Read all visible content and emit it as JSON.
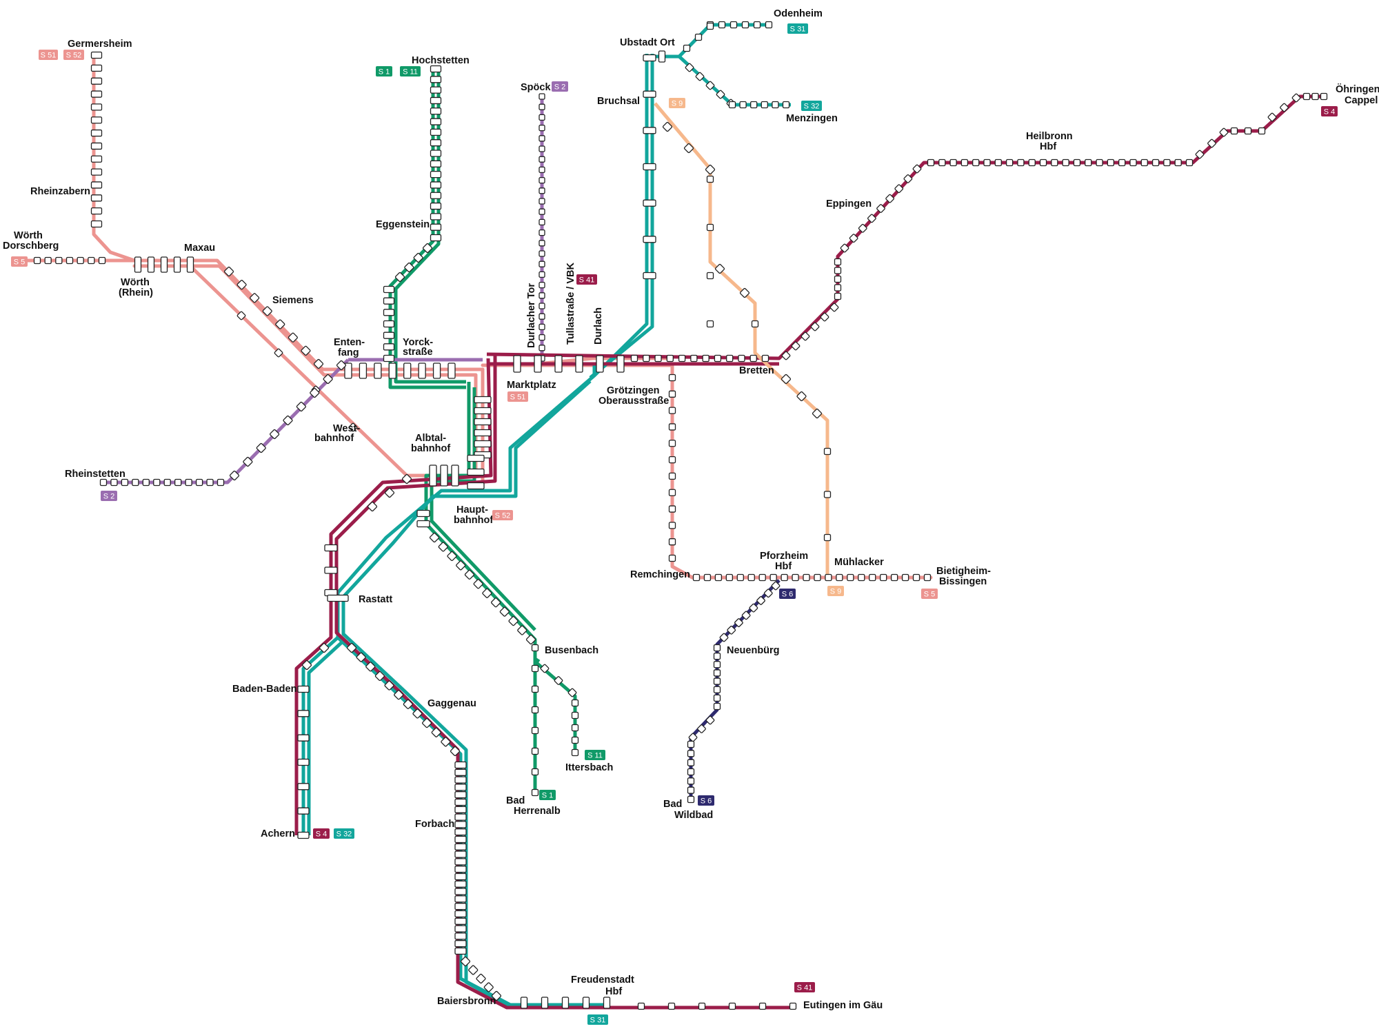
{
  "map": {
    "colors": {
      "S1": "#109a68",
      "S11": "#109a68",
      "S2": "#9a6db0",
      "S31": "#12a69c",
      "S32": "#12a69c",
      "S4": "#9b1d4a",
      "S41": "#9b1d4a",
      "S5": "#ec9490",
      "S51": "#ec9490",
      "S52": "#ec9490",
      "S6": "#2e2a6e",
      "S9": "#f6b88c"
    },
    "stations": {
      "germersheim": "Germersheim",
      "hochstetten": "Hochstetten",
      "spoeck": "Spöck",
      "ubstadt": "Ubstadt Ort",
      "odenheim": "Odenheim",
      "menzingen": "Menzingen",
      "bruchsal": "Bruchsal",
      "oehringen1": "Öhringen-",
      "oehringen2": "Cappel",
      "heilbronn1": "Heilbronn",
      "heilbronn2": "Hbf",
      "eppingen": "Eppingen",
      "rheinzabern": "Rheinzabern",
      "woerth_dorsch1": "Wörth",
      "woerth_dorsch2": "Dorschberg",
      "maxau": "Maxau",
      "woerth_rhein1": "Wörth",
      "woerth_rhein2": "(Rhein)",
      "eggenstein": "Eggenstein",
      "siemens": "Siemens",
      "entenfang1": "Enten-",
      "entenfang2": "fang",
      "yorck1": "Yorck-",
      "yorck2": "straße",
      "durlacher_tor": "Durlacher Tor",
      "tullastrasse": "Tullastraße / VBK",
      "durlach": "Durlach",
      "marktplatz": "Marktplatz",
      "groetzingen1": "Grötzingen",
      "groetzingen2": "Oberausstraße",
      "bretten": "Bretten",
      "westbahnhof1": "West-",
      "westbahnhof2": "bahnhof",
      "albtal1": "Albtal-",
      "albtal2": "bahnhof",
      "rheinstetten": "Rheinstetten",
      "hbf1": "Haupt-",
      "hbf2": "bahnhof",
      "rastatt": "Rastatt",
      "remchingen": "Remchingen",
      "pforzheim1": "Pforzheim",
      "pforzheim2": "Hbf",
      "muehlacker": "Mühlacker",
      "bietigheim1": "Bietigheim-",
      "bietigheim2": "Bissingen",
      "busenbach": "Busenbach",
      "neuenbuerg": "Neuenbürg",
      "baden_baden": "Baden-Baden",
      "gaggenau": "Gaggenau",
      "ittersbach": "Ittersbach",
      "bad_herrenalb1": "Bad",
      "bad_herrenalb2": "Herrenalb",
      "bad_wildbad1": "Bad",
      "bad_wildbad2": "Wildbad",
      "achern": "Achern",
      "forbach": "Forbach",
      "freudenstadt1": "Freudenstadt",
      "freudenstadt2": "Hbf",
      "baiersbronn": "Baiersbronn",
      "eutingen": "Eutingen im Gäu"
    },
    "badges": {
      "s51_germ": "S 51",
      "s52_germ": "S 52",
      "s1_hoch": "S 1",
      "s11_hoch": "S 11",
      "s2_spoeck": "S 2",
      "s31_oden": "S 31",
      "s32_menz": "S 32",
      "s9_bruch": "S 9",
      "s4_oehr": "S 4",
      "s5_woerth": "S 5",
      "s41_tulla": "S 41",
      "s51_markt": "S 51",
      "s2_rhein": "S 2",
      "s52_hbf": "S 52",
      "s6_pforz": "S 6",
      "s9_muehl": "S 9",
      "s5_bietig": "S 5",
      "s11_itters": "S 11",
      "s1_herren": "S 1",
      "s6_wildbad": "S 6",
      "s4_achern": "S 4",
      "s32_achern": "S 32",
      "s41_eut": "S 41",
      "s31_freud": "S 31"
    }
  }
}
